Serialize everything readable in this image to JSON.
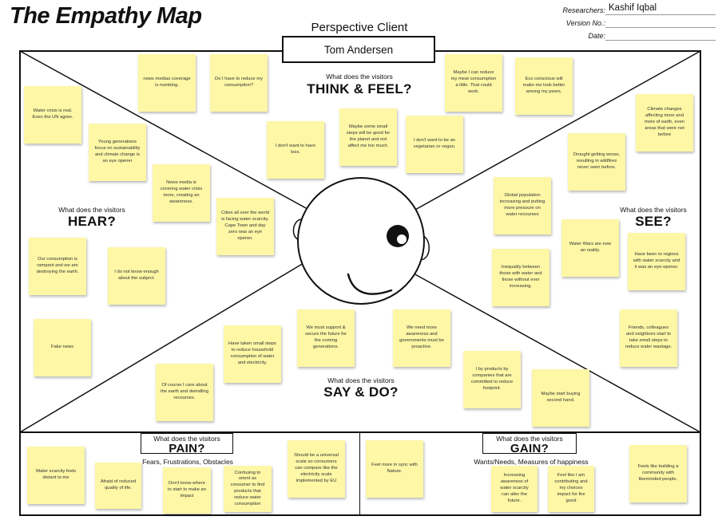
{
  "header": {
    "title": "The Empathy Map",
    "researchers_label": "Researchers:",
    "researchers_value": "Kashif Iqbal",
    "version_label": "Version No.:",
    "date_label": "Date:"
  },
  "perspective": {
    "label": "Perspective Client",
    "name": "Tom Andersen"
  },
  "sections": {
    "think": {
      "prefix": "What does the visitors",
      "title": "THINK & FEEL?"
    },
    "hear": {
      "prefix": "What does the visitors",
      "title": "HEAR?"
    },
    "see": {
      "prefix": "What does the visitors",
      "title": "SEE?"
    },
    "say": {
      "prefix": "What does the visitors",
      "title": "SAY & DO?"
    },
    "pain": {
      "prefix": "What does the visitors",
      "title": "PAIN?",
      "subtitle": "Fears, Frustrations, Obstacles"
    },
    "gain": {
      "prefix": "What does the visitors",
      "title": "GAIN?",
      "subtitle": "Wants/Needs, Measures of happiness"
    }
  },
  "notes": {
    "think": [
      "news medias coverage is numbing.",
      "Do I have to reduce my consumption?",
      "Maybe I can reduce my meat consumption a little. That could work.",
      "Eco conscious will make me look better among my peers.",
      "I don't want to have less.",
      "Maybe some small steps will be good for the planet and not affect me too much.",
      "I don't want to be an vegetarian or vegan."
    ],
    "hear": [
      "Water crisis is real. Even the UN agree.",
      "Young generations focus on sustainability and climate change is an eye opener",
      "News media is covering water crisis more, creating an awareness.",
      "Cities all over the world is facing water scarcity. Cape Town and day zero was an eye opener.",
      "Our consumption is rampant and we are destroying the earth.",
      "I do not know enough about the subject.",
      "Fake news"
    ],
    "see": [
      "Climate changes affecting more and more of earth, even areas that were not before",
      "Drought getting worse, resulting in wildfires never seen before.",
      "Global population increasing and putting more pressure on water recourses",
      "Water Wars are now an reality.",
      "Have been to regions with water scarcity and it was an eye-opener.",
      "Inequality between those with water and those without ever increasing.",
      "Friends, colleagues and neighbors start to take small steps to reduce water wastage."
    ],
    "say": [
      "Have taken small steps to reduce household consumption of water and electricity.",
      "We must support & secure the future for the coming generations.",
      "We need more awareness and governments must be proactive.",
      "Of course I care about the earth and dwindling recourses.",
      "I by products by companies that are committed to reduce footprint.",
      "Maybe start buying second hand."
    ],
    "pain": [
      "Water scarcity feels distant to me",
      "Afraid of reduced quality of life.",
      "Don't know where to start to make an impact",
      "Confusing to orient as consumer to find products that reduce water consumption",
      "Should be a universal scale so consumers can compare like the electricity scale implemented by EU"
    ],
    "gain": [
      "Feel more in sync with Nature.",
      "Increasing awareness of water scarcity can alter the future.",
      "Feel like I am contributing and my choices impact for the good",
      "Feels like building a community with likeminded people."
    ]
  }
}
